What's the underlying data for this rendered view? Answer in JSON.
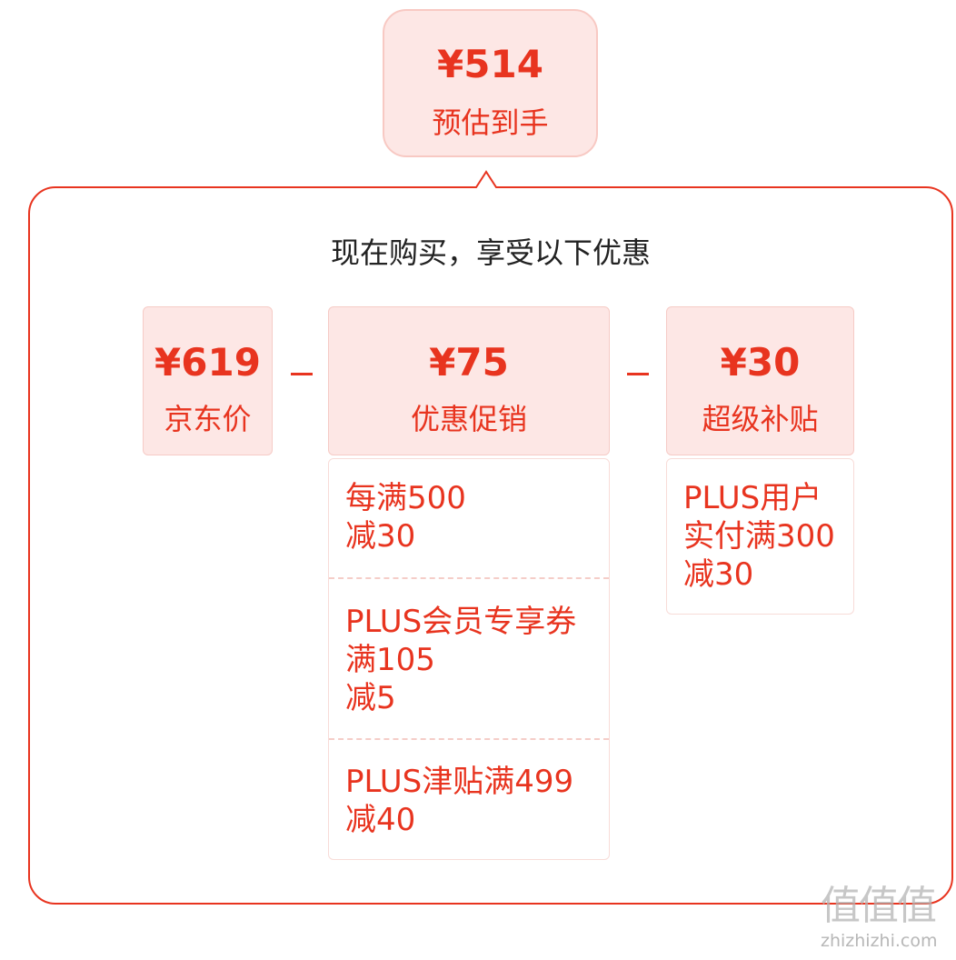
{
  "estimate": {
    "price": "¥514",
    "label": "预估到手"
  },
  "heading": "现在购买，享受以下优惠",
  "jd_price": {
    "price": "¥619",
    "label": "京东价"
  },
  "promotion": {
    "price": "¥75",
    "label": "优惠促销"
  },
  "subsidy": {
    "price": "¥30",
    "label": "超级补贴"
  },
  "promotion_items": [
    "每满500\n减30",
    "PLUS会员专享券\n满105\n减5",
    "PLUS津贴满499\n减40"
  ],
  "subsidy_items": [
    "PLUS用户\n实付满300\n减30"
  ],
  "operators": {
    "minus": "−"
  },
  "watermark": {
    "logo": "值值值",
    "url": "zhizhizhi.com"
  },
  "colors": {
    "accent": "#e8341f",
    "pale": "#fde7e5"
  }
}
